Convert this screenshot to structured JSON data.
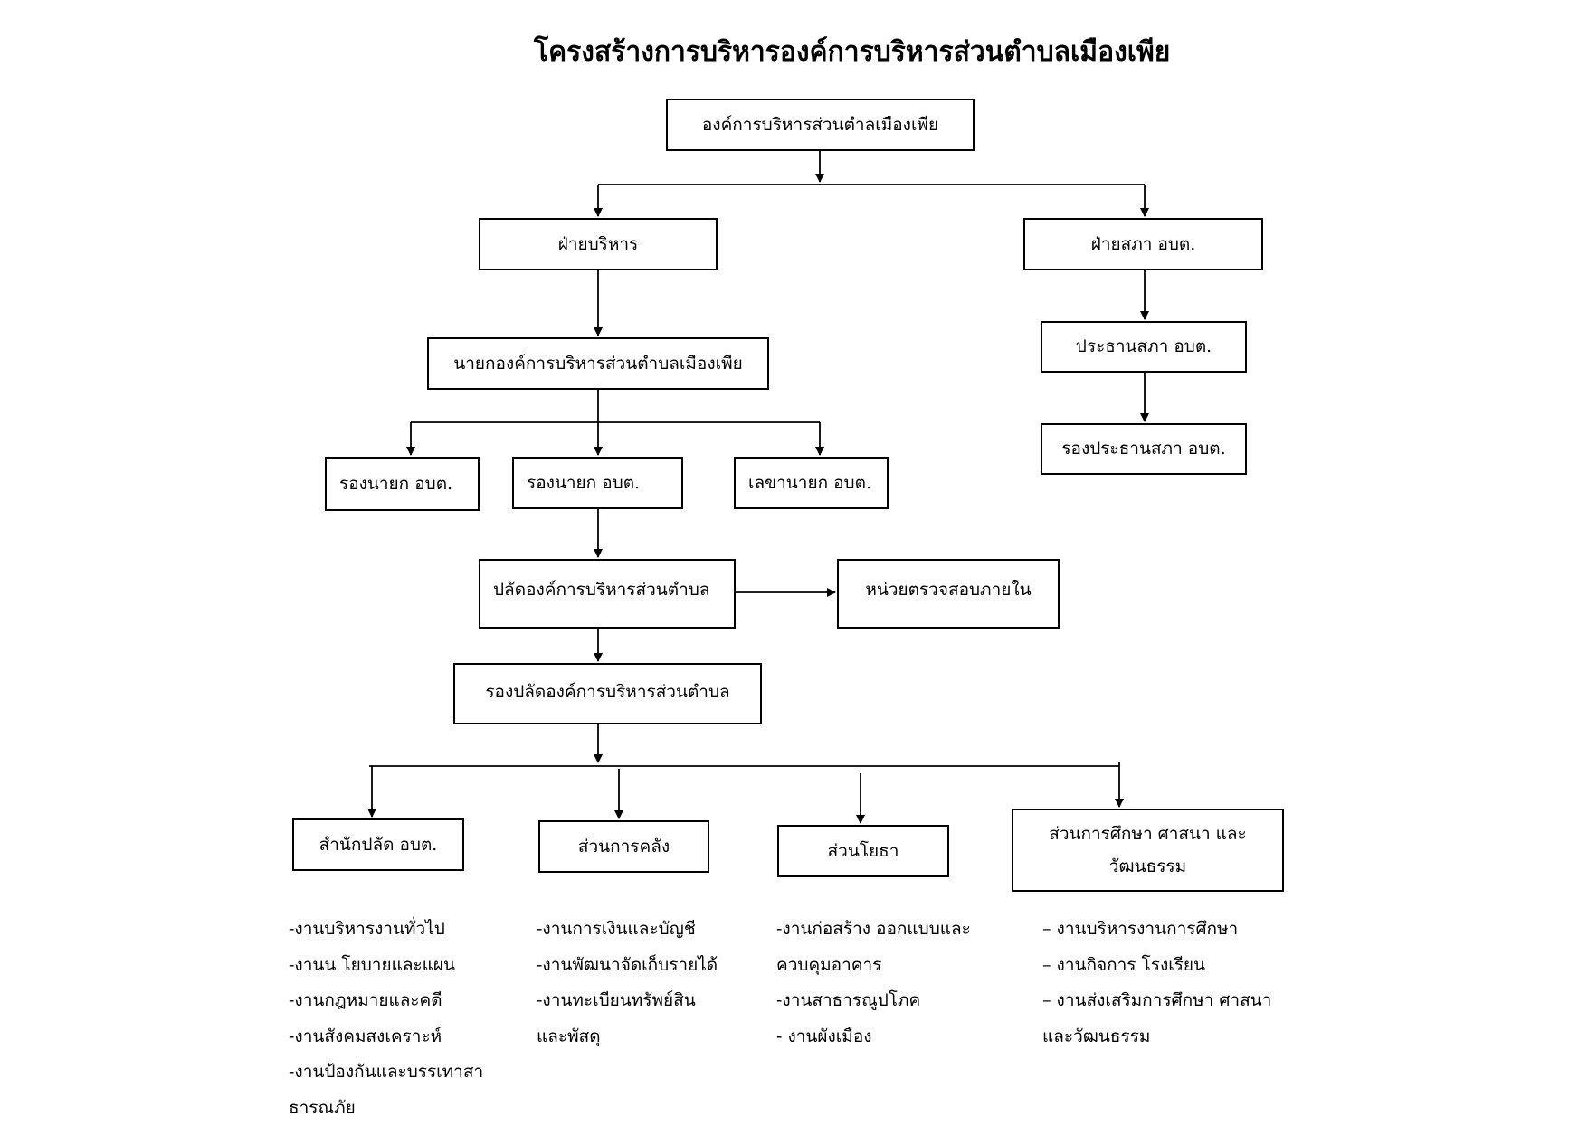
{
  "title": "โครงสร้างการบริหารองค์การบริหารส่วนตำบลเมืองเพีย",
  "boxes": {
    "root": "องค์การบริหารส่วนตำลเมืองเพีย",
    "executive": "ฝ่ายบริหาร",
    "council": "ฝ่ายสภา อบต.",
    "mayor": "นายกองค์การบริหารส่วนตำบลเมืองเพีย",
    "council_chair": "ประธานสภา อบต.",
    "council_vice_chair": "รองประธานสภา  อบต.",
    "deputy_mayor_1": "รองนายก อบต.",
    "deputy_mayor_2": "รองนายก อบต.",
    "mayor_secretary": "เลขานายก อบต.",
    "chief_admin": "ปลัดองค์การบริหารส่วนตำบล",
    "internal_audit": "หน่วยตรวจสอบภายใน",
    "deputy_chief_admin": "รองปลัดองค์การบริหารส่วนตำบล",
    "office_chief": "สำนักปลัด อบต.",
    "finance": "ส่วนการคลัง",
    "public_works": "ส่วนโยธา",
    "education": "ส่วนการศึกษา ศาสนา และ\nวัฒนธรรม"
  },
  "duties": {
    "office_chief": [
      "-งานบริหารงานทั่วไป",
      "-งานน โยบายและแผน",
      "-งานกฎหมายและคดี",
      "-งานสังคมสงเคราะห์",
      "-งานป้องกันและบรรเทาสา",
      "ธารณภัย"
    ],
    "finance": [
      "-งานการเงินและบัญชี",
      "-งานพัฒนาจัดเก็บรายได้",
      "-งานทะเบียนทรัพย์สิน",
      " และพัสดุ"
    ],
    "public_works": [
      "-งานก่อสร้าง ออกแบบและ",
      "ควบคุมอาคาร",
      "-งานสาธารณูปโภค",
      "- งานผังเมือง"
    ],
    "education": [
      "–  งานบริหารงานการศึกษา",
      "–  งานกิจการ โรงเรียน",
      "–  งานส่งเสริมการศึกษา ศาสนา",
      "และวัฒนธรรม"
    ]
  }
}
